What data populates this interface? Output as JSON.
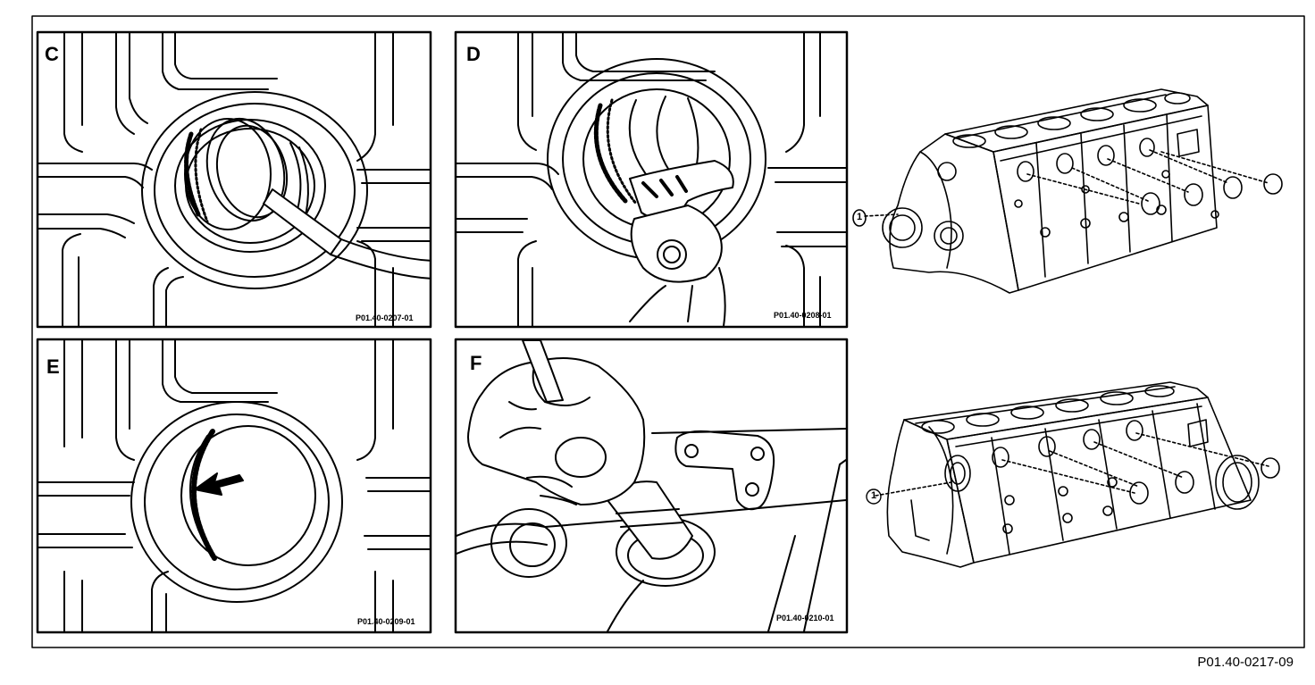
{
  "figure_ref": "P01.40-0217-09",
  "panels": [
    {
      "letter": "C",
      "code": "P01.40-0207-01",
      "step": "remove plug with screwdriver"
    },
    {
      "letter": "D",
      "code": "P01.40-0208-01",
      "step": "remove plug with pliers"
    },
    {
      "letter": "E",
      "code": "P01.40-0209-01",
      "step": "clean bore"
    },
    {
      "letter": "F",
      "code": "P01.40-0210-01",
      "step": "drive in new plug"
    }
  ],
  "callouts": {
    "upper_block": "1",
    "lower_block": "1"
  },
  "colors": {
    "line": "#000000",
    "background": "#ffffff"
  }
}
